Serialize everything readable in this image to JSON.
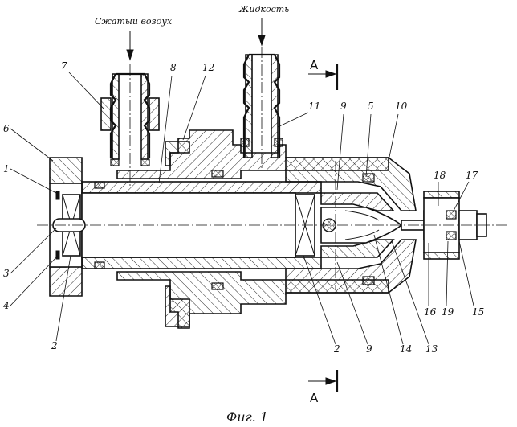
{
  "inputs": {
    "air_label": "Сжатый воздух",
    "liquid_label": "Жидкость"
  },
  "section": {
    "letter_top": "А",
    "letter_bottom": "А"
  },
  "callouts": {
    "n1": "1",
    "n2a": "2",
    "n2b": "2",
    "n3": "3",
    "n4": "4",
    "n5": "5",
    "n6": "6",
    "n7": "7",
    "n8": "8",
    "n9a": "9",
    "n9b": "9",
    "n10": "10",
    "n11": "11",
    "n12": "12",
    "n13": "13",
    "n14": "14",
    "n15": "15",
    "n16": "16",
    "n17": "17",
    "n18": "18",
    "n19": "19"
  },
  "caption": "Фиг. 1"
}
